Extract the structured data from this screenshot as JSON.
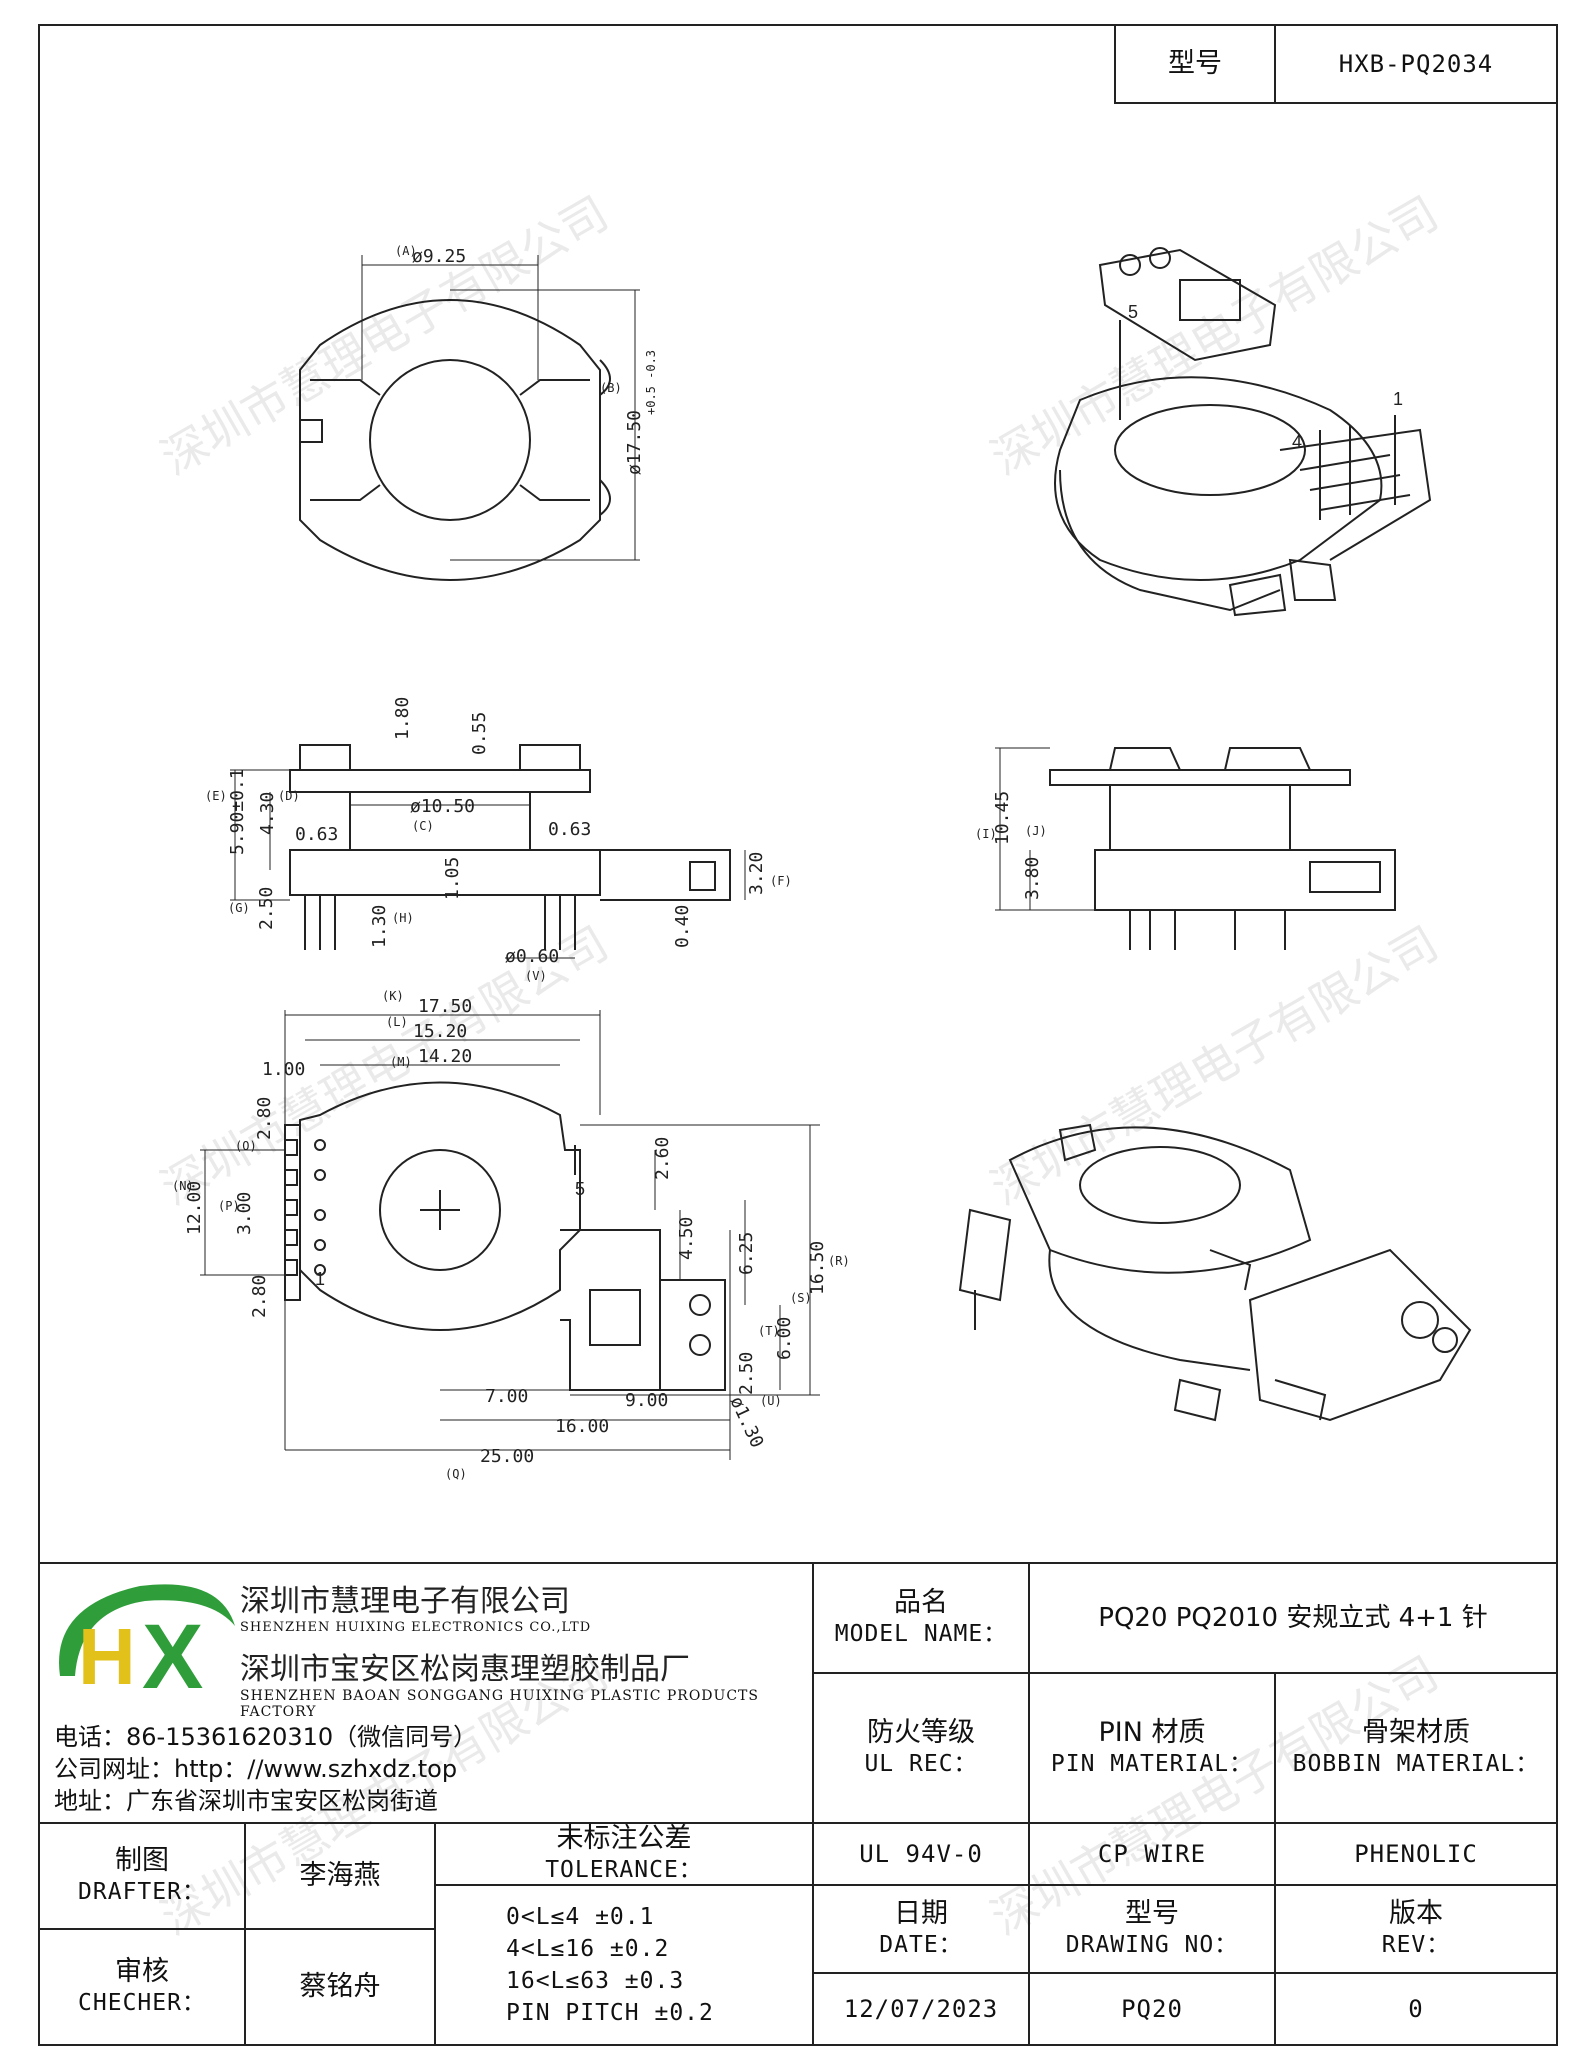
{
  "header": {
    "model_label": "型号",
    "model_value": "HXB-PQ2034"
  },
  "watermark": "深圳市慧理电子有限公司",
  "drawing": {
    "top_view": {
      "dia_a": "ø9.25",
      "dia_b": "ø17.50",
      "tol_b": "+0.5 -0.3",
      "mark_a": "(A)",
      "mark_b": "(B)"
    },
    "side_view": {
      "d_180": "1.80",
      "d_055": "0.55",
      "d_590": "5.90±0.1",
      "d_430": "4.30",
      "d_1050": "ø10.50",
      "d_063a": "0.63",
      "d_063b": "0.63",
      "d_105": "1.05",
      "d_320": "3.20",
      "d_250": "2.50",
      "d_130": "1.30",
      "d_040": "0.40",
      "d_060": "ø0.60",
      "m_e": "(E)",
      "m_d": "(D)",
      "m_c": "(C)",
      "m_f": "(F)",
      "m_g": "(G)",
      "m_h": "(H)",
      "m_v": "(V)"
    },
    "front_view": {
      "d_1045": "10.45",
      "d_380": "3.80",
      "m_i": "(I)",
      "m_j": "(J)"
    },
    "bottom_view": {
      "d_1750": "17.50",
      "d_1520": "15.20",
      "d_1420": "14.20",
      "d_100": "1.00",
      "d_280a": "2.80",
      "d_1200": "12.00",
      "d_300": "3.00",
      "d_280b": "2.80",
      "d_260": "2.60",
      "d_450": "4.50",
      "d_625": "6.25",
      "d_1650": "16.50",
      "d_600": "6.00",
      "d_250b": "2.50",
      "d_700": "7.00",
      "d_900": "9.00",
      "d_1600": "16.00",
      "d_2500": "25.00",
      "d_130b": "ø1.30",
      "m_k": "(K)",
      "m_l": "(L)",
      "m_m": "(M)",
      "m_n": "(N)",
      "m_o": "(O)",
      "m_p": "(P)",
      "m_q": "(Q)",
      "m_r": "(R)",
      "m_s": "(S)",
      "m_t": "(T)",
      "m_u": "(U)",
      "pin_5": "5",
      "pin_1": "1"
    },
    "iso_view": {
      "pin_5": "5",
      "pin_4": "4",
      "pin_1": "1"
    }
  },
  "company": {
    "name_zh": "深圳市慧理电子有限公司",
    "name_en": "SHENZHEN HUIXING ELECTRONICS CO.,LTD",
    "factory_zh": "深圳市宝安区松岗惠理塑胶制品厂",
    "factory_en": "SHENZHEN BAOAN SONGGANG HUIXING PLASTIC PRODUCTS FACTORY",
    "phone": "电话：86-15361620310（微信同号）",
    "web": "公司网址：http：//www.szhxdz.top",
    "address": "地址：广东省深圳市宝安区松岗街道",
    "logo_h": "H",
    "logo_x": "X",
    "colors": {
      "logo_green": "#2f9e3a",
      "logo_yellow": "#e2c21a"
    }
  },
  "title_block": {
    "model_name_zh": "品名",
    "model_name_en": "MODEL NAME：",
    "model_name_value": "PQ20 PQ2010 安规立式 4+1 针",
    "ul_zh": "防火等级",
    "ul_en": "UL REC：",
    "pin_mat_zh": "PIN 材质",
    "pin_mat_en": "PIN MATERIAL：",
    "bobbin_zh": "骨架材质",
    "bobbin_en": "BOBBIN MATERIAL：",
    "ul_value": "UL 94V-0",
    "pin_value": "CP WIRE",
    "bobbin_value": "PHENOLIC",
    "drafter_zh": "制图",
    "drafter_en": "DRAFTER：",
    "drafter_name": "李海燕",
    "checker_zh": "审核",
    "checker_en": "CHECHER：",
    "checker_name": "蔡铭舟",
    "tol_zh": "未标注公差",
    "tol_en": "TOLERANCE：",
    "tol_lines": [
      "0<L≤4  ±0.1",
      "4<L≤16 ±0.2",
      "16<L≤63 ±0.3",
      "PIN PITCH ±0.2"
    ],
    "date_zh": "日期",
    "date_en": "DATE：",
    "drawing_no_zh": "型号",
    "drawing_no_en": "DRAWING NO：",
    "rev_zh": "版本",
    "rev_en": "REV：",
    "date_value": "12/07/2023",
    "drawing_no_value": "PQ20",
    "rev_value": "0"
  }
}
